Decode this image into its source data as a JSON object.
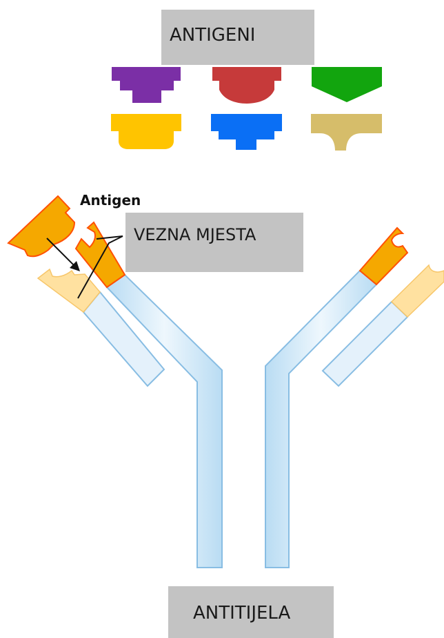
{
  "labels": {
    "antigens_title": "ANTIGENI",
    "binding_sites": "VEZNA MJESTA",
    "antigen": "Antigen",
    "antibody": "ANTITIJELA"
  },
  "antigen_shapes": [
    {
      "name": "purple-antigen",
      "color": "#7b2fa6"
    },
    {
      "name": "red-antigen",
      "color": "#c63a3a"
    },
    {
      "name": "green-antigen",
      "color": "#12a50e"
    },
    {
      "name": "yellow-antigen",
      "color": "#ffc400"
    },
    {
      "name": "blue-antigen",
      "color": "#0a6ff5"
    },
    {
      "name": "tan-antigen",
      "color": "#d6bd6a"
    }
  ],
  "colors": {
    "label_box": "#c3c3c3",
    "antibody_fill": "#d9ecf8",
    "antibody_outline": "#88bde3",
    "binding_site_orange": "#f5a800",
    "binding_site_light": "#ffe1a0",
    "antigen_outline": "#ff5000"
  }
}
